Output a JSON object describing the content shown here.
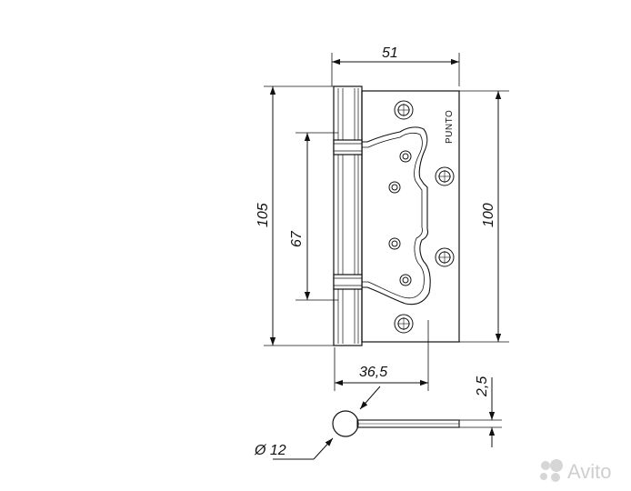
{
  "dimensions": {
    "width_51": "51",
    "height_105": "105",
    "height_100": "100",
    "spacing_67": "67",
    "offset_36_5": "36,5",
    "thickness_2_5": "2,5",
    "diameter_12": "Ø 12"
  },
  "brand": "PUNTO",
  "watermark": "Avito",
  "colors": {
    "line": "#111111",
    "watermark": "#cfcfcf"
  }
}
